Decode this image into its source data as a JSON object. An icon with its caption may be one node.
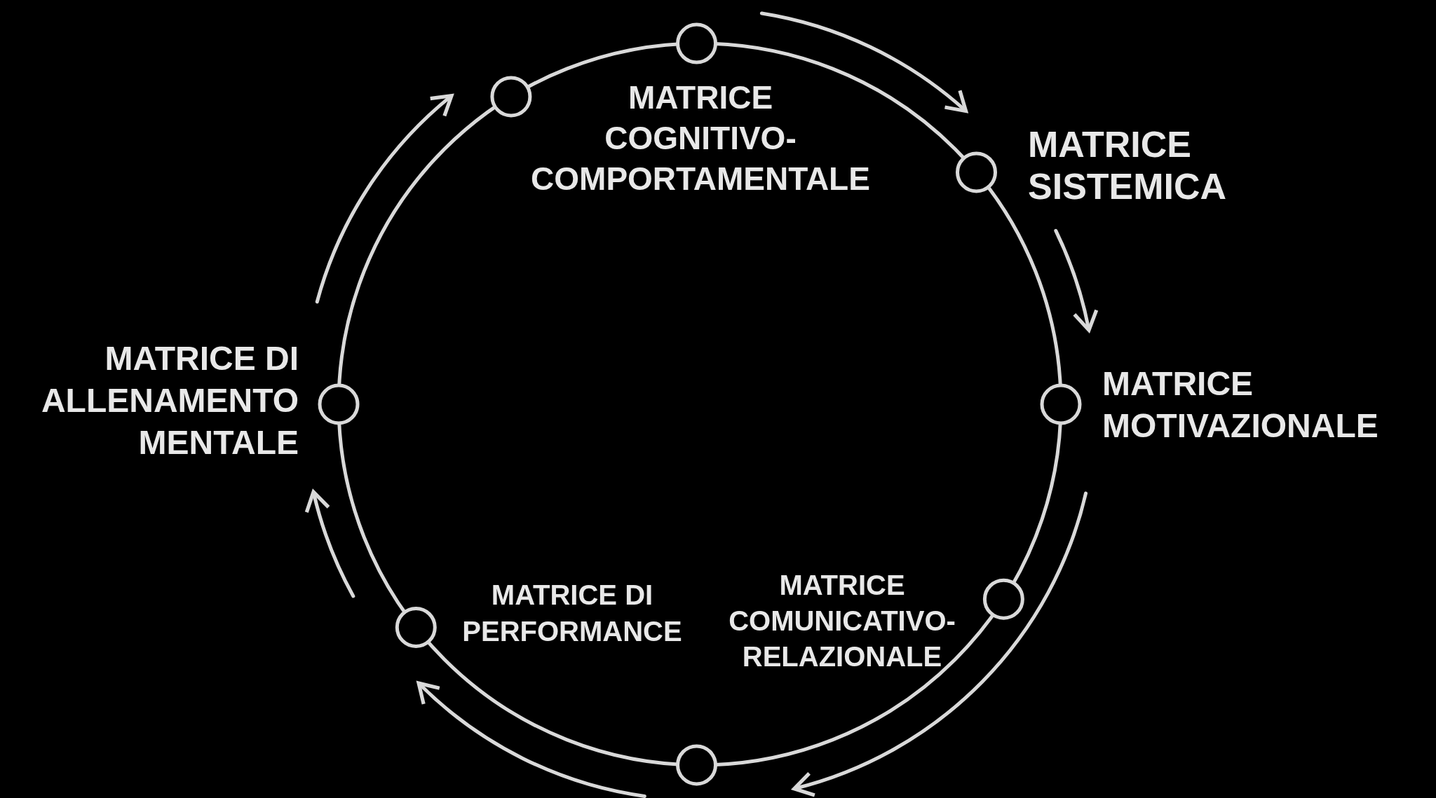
{
  "diagram": {
    "nodes": [
      {
        "text": [
          "MATRICE COGNITIVO- COMPORTAMENTALE"
        ]
      },
      {
        "text": [
          "MATRICE SISTEMICA"
        ]
      },
      {
        "text": [
          "MATRICE MOTIVAZIONALE"
        ]
      },
      {
        "text": [
          "MATRICE COMUNICATIVO- RELAZIONALE"
        ]
      },
      {
        "text": [
          "MATRICE DI PERFORMANCE"
        ]
      },
      {
        "text": [
          "MATRICE DI ALLENAMENTO MENTALE"
        ]
      }
    ]
  }
}
